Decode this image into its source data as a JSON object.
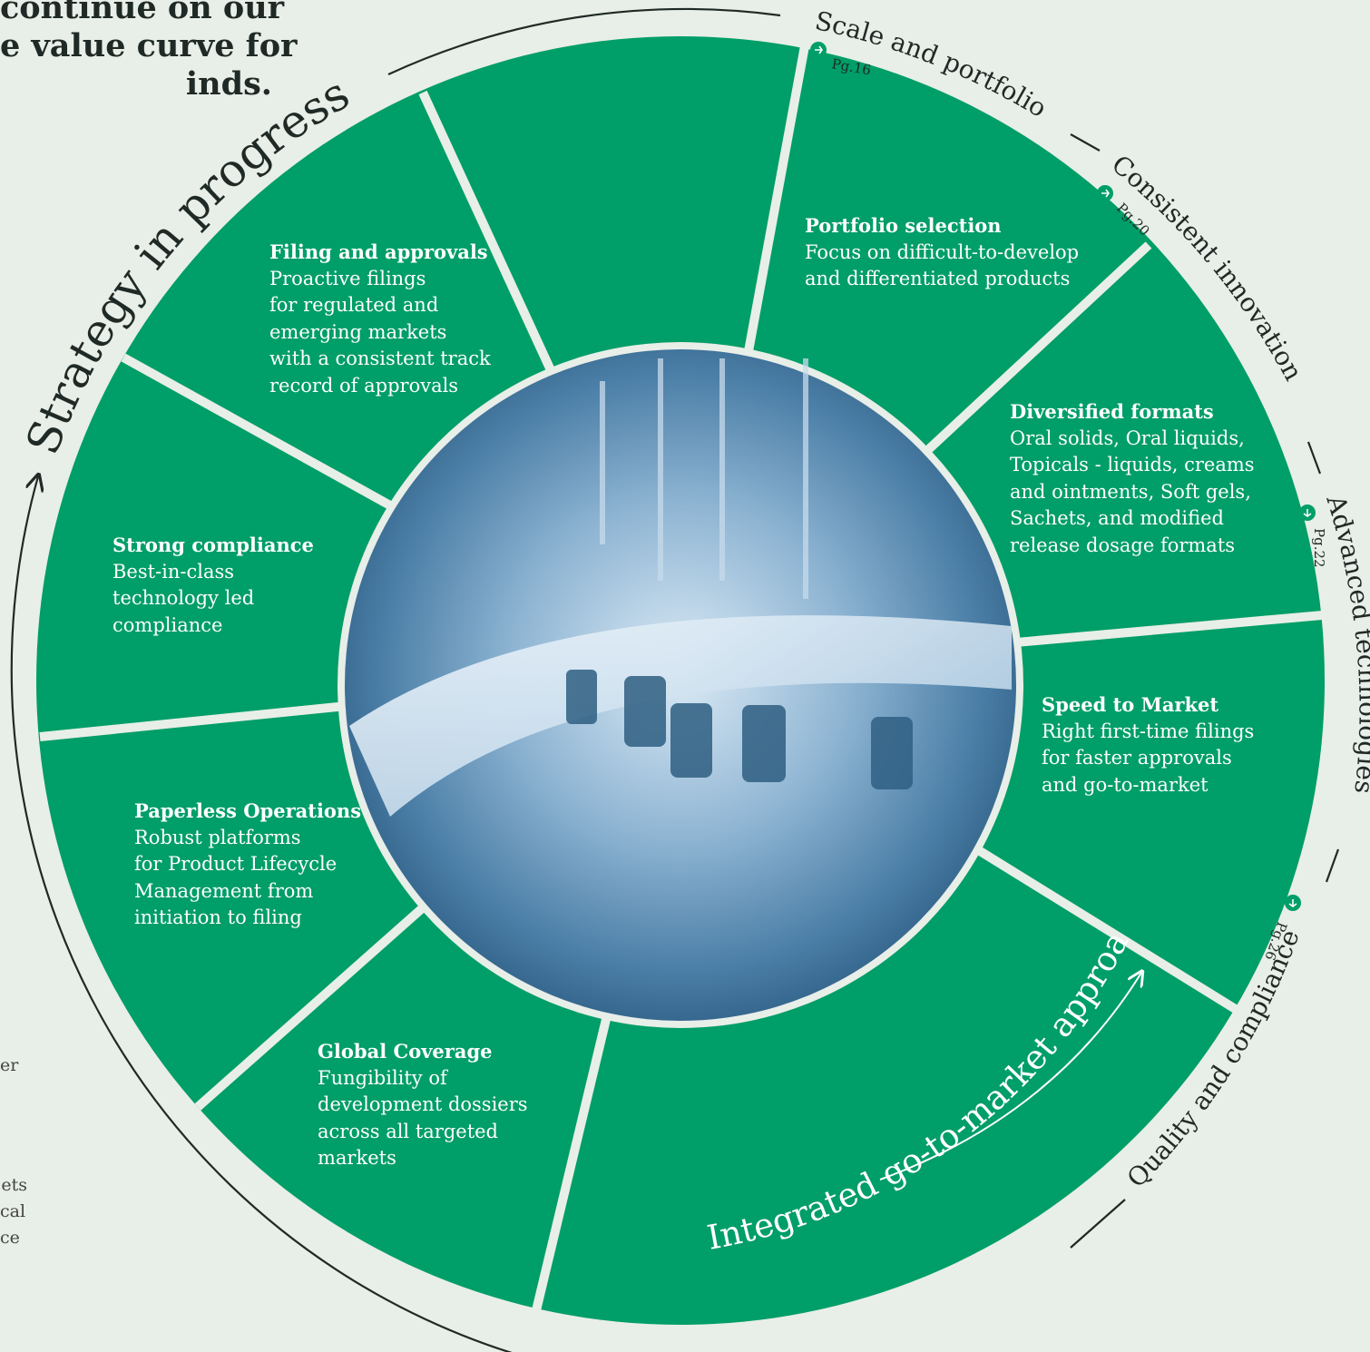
{
  "intro_heading": "continue on our\ne value curve for\ninds.",
  "side_note_1": "er",
  "side_note_2": "ets.\ncal\nce",
  "outer_title": "Strategy in progress",
  "inner_label": "Integrated go-to-market approach",
  "pillars": [
    {
      "label": "Scale and portfolio",
      "page": "Pg.16"
    },
    {
      "label": "Consistent innovation",
      "page": "Pg.20"
    },
    {
      "label": "Advanced technologies",
      "page": "Pg.22"
    },
    {
      "label": "Quality and compliance",
      "page": "Pg.26"
    }
  ],
  "segments": [
    {
      "title": "Portfolio selection",
      "desc": "Focus on difficult-to-develop\nand differentiated products"
    },
    {
      "title": "Diversified formats",
      "desc": "Oral solids, Oral liquids,\nTopicals - liquids, creams\nand ointments, Soft gels,\nSachets, and modified\nrelease dosage formats"
    },
    {
      "title": "Speed to Market",
      "desc": "Right first-time filings\nfor faster approvals\nand go-to-market"
    },
    {
      "title": "Global Coverage",
      "desc": "Fungibility of\ndevelopment dossiers\nacross all targeted\nmarkets"
    },
    {
      "title": "Paperless Operations",
      "desc": "Robust platforms\nfor Product Lifecycle\nManagement from\ninitiation to filing"
    },
    {
      "title": "Strong compliance",
      "desc": "Best-in-class\ntechnology led\ncompliance"
    },
    {
      "title": "Filing and approvals",
      "desc": "Proactive filings\nfor regulated and\nemerging markets\nwith a consistent track\nrecord of approvals"
    }
  ],
  "colors": {
    "ring": "#009e68",
    "background": "#e8eee8",
    "divider": "#e8eee8",
    "text": "#1f2a26",
    "photo": "#5f93b8"
  }
}
